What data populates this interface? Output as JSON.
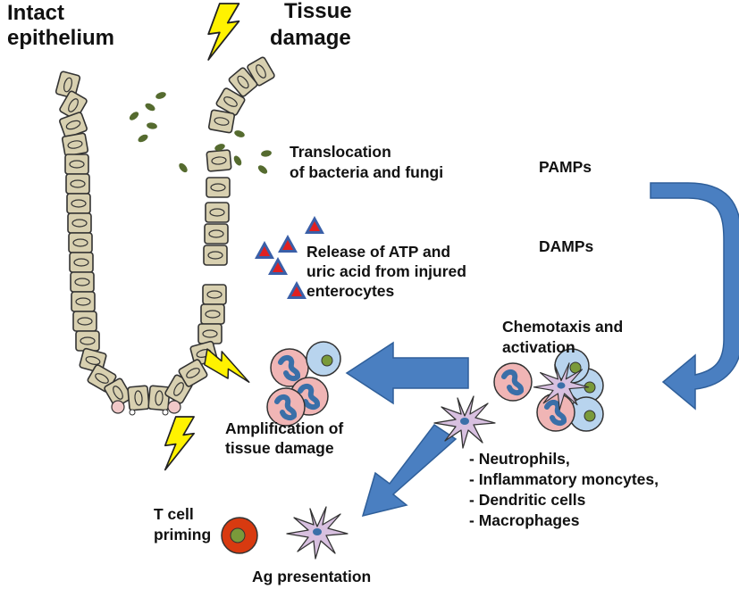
{
  "labels": {
    "intact_line1": "Intact",
    "intact_line2": "epithelium",
    "tissue_line1": "Tissue",
    "tissue_line2": "damage",
    "translocation_line1": "Translocation",
    "translocation_line2": "of bacteria and fungi",
    "pamps": "PAMPs",
    "damps": "DAMPs",
    "release_line1": "Release of ATP and",
    "release_line2": "uric acid from injured",
    "release_line3": "enterocytes",
    "chemotaxis_line1": "Chemotaxis and",
    "chemotaxis_line2": "activation",
    "amplification_line1": "Amplification of",
    "amplification_line2": "tissue damage",
    "cells_line1": "- Neutrophils,",
    "cells_line2": "- Inflammatory moncytes,",
    "cells_line3": "- Dendritic cells",
    "cells_line4": "- Macrophages",
    "tcell_line1": "T cell",
    "tcell_line2": "priming",
    "ag_presentation": "Ag presentation"
  },
  "colors": {
    "epithelial_cell": "#d8d0b0",
    "outline": "#333333",
    "bacteria": "#556b2f",
    "arrow_blue": "#4a7fc1",
    "lightning": "#fff200",
    "neutrophil": "#f0b5b5",
    "neutrophil_nucleus": "#3a6fa8",
    "monocyte": "#b8d4ee",
    "monocyte_nucleus": "#7a9a3a",
    "dendritic_cell": "#d8c0e0",
    "tcell": "#d83a10",
    "tcell_nucleus": "#7a9a3a",
    "damp_triangle_outer": "#3a5fa8",
    "damp_triangle_inner": "#e02020"
  },
  "icons": [
    "epithelium",
    "bacteria",
    "lightning",
    "damp-triangle",
    "neutrophil",
    "monocyte",
    "dendritic-cell",
    "t-cell",
    "curved-arrow",
    "block-arrow"
  ]
}
